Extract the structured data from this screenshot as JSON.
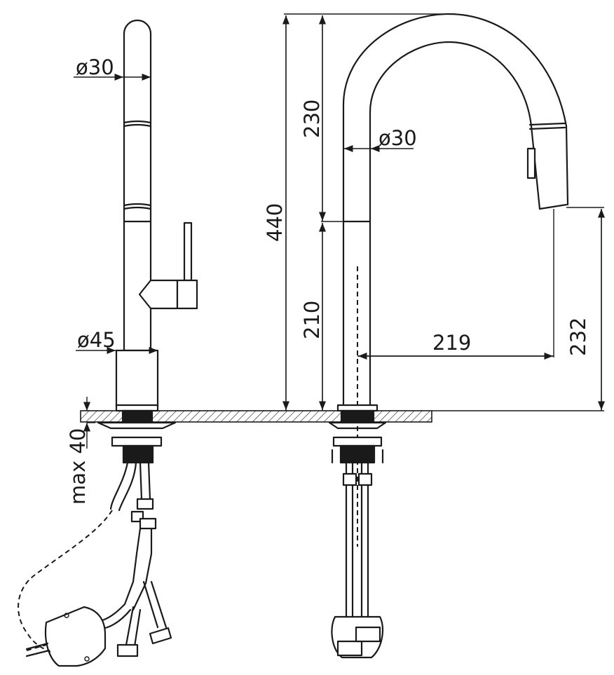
{
  "dimensions": {
    "left_spout_diameter": "ø30",
    "left_base_diameter": "ø45",
    "mounting_thickness": "max 40",
    "total_height": "440",
    "upper_height": "230",
    "lower_height": "210",
    "right_spout_diameter": "ø30",
    "reach": "219",
    "outlet_height": "232"
  }
}
